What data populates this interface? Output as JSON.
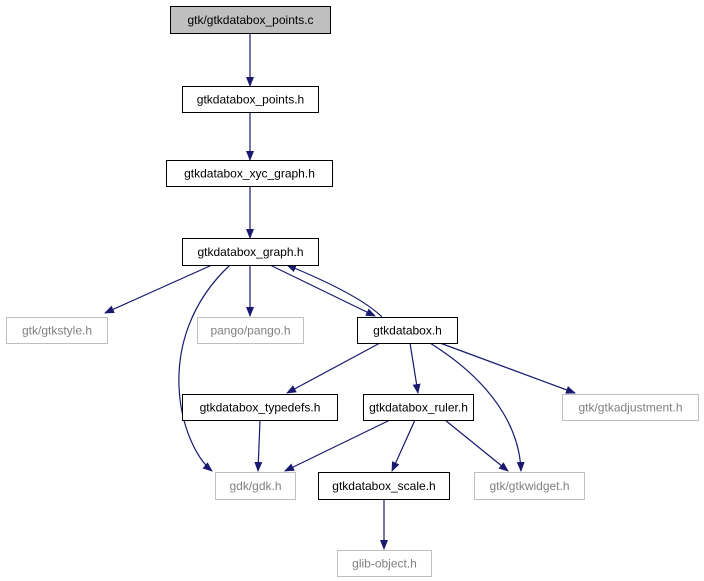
{
  "colors": {
    "edge": "#191970",
    "border_dark": "#000000",
    "border_light": "#bfbfbf",
    "fill_root": "#bfbfbf",
    "fill_default": "#ffffff",
    "text_dark": "#000000",
    "text_light": "#808080"
  },
  "nodes": [
    {
      "id": "points_c",
      "label": "gtk/gtkdatabox_points.c",
      "style": "root"
    },
    {
      "id": "points_h",
      "label": "gtkdatabox_points.h",
      "style": "dark"
    },
    {
      "id": "xyc_graph_h",
      "label": "gtkdatabox_xyc_graph.h",
      "style": "dark"
    },
    {
      "id": "graph_h",
      "label": "gtkdatabox_graph.h",
      "style": "dark"
    },
    {
      "id": "gtkstyle_h",
      "label": "gtk/gtkstyle.h",
      "style": "light"
    },
    {
      "id": "pango_h",
      "label": "pango/pango.h",
      "style": "light"
    },
    {
      "id": "databox_h",
      "label": "gtkdatabox.h",
      "style": "dark"
    },
    {
      "id": "typedefs_h",
      "label": "gtkdatabox_typedefs.h",
      "style": "dark"
    },
    {
      "id": "ruler_h",
      "label": "gtkdatabox_ruler.h",
      "style": "dark"
    },
    {
      "id": "adjustment_h",
      "label": "gtk/gtkadjustment.h",
      "style": "light"
    },
    {
      "id": "gdk_h",
      "label": "gdk/gdk.h",
      "style": "light"
    },
    {
      "id": "scale_h",
      "label": "gtkdatabox_scale.h",
      "style": "dark"
    },
    {
      "id": "gtkwidget_h",
      "label": "gtk/gtkwidget.h",
      "style": "light"
    },
    {
      "id": "glib_object_h",
      "label": "glib-object.h",
      "style": "light"
    }
  ],
  "edges": [
    {
      "from": "points_c",
      "to": "points_h"
    },
    {
      "from": "points_h",
      "to": "xyc_graph_h"
    },
    {
      "from": "xyc_graph_h",
      "to": "graph_h"
    },
    {
      "from": "graph_h",
      "to": "gtkstyle_h"
    },
    {
      "from": "graph_h",
      "to": "pango_h"
    },
    {
      "from": "graph_h",
      "to": "databox_h"
    },
    {
      "from": "graph_h",
      "to": "gdk_h"
    },
    {
      "from": "databox_h",
      "to": "graph_h"
    },
    {
      "from": "databox_h",
      "to": "typedefs_h"
    },
    {
      "from": "databox_h",
      "to": "ruler_h"
    },
    {
      "from": "databox_h",
      "to": "adjustment_h"
    },
    {
      "from": "databox_h",
      "to": "gtkwidget_h"
    },
    {
      "from": "typedefs_h",
      "to": "gdk_h"
    },
    {
      "from": "ruler_h",
      "to": "gdk_h"
    },
    {
      "from": "ruler_h",
      "to": "scale_h"
    },
    {
      "from": "ruler_h",
      "to": "gtkwidget_h"
    },
    {
      "from": "scale_h",
      "to": "glib_object_h"
    }
  ]
}
